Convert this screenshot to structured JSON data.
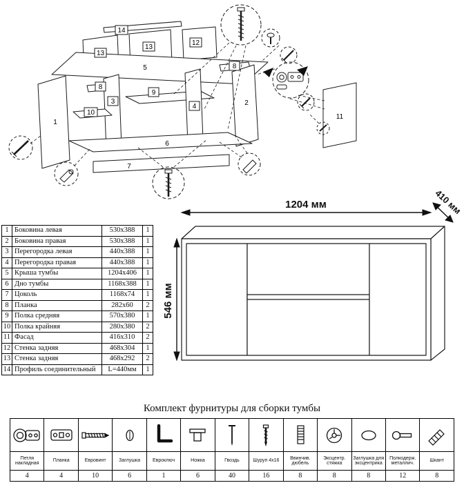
{
  "diagram": {
    "labels": [
      "1",
      "2",
      "3",
      "4",
      "5",
      "6",
      "7",
      "8",
      "9",
      "10",
      "11",
      "12",
      "13",
      "14"
    ]
  },
  "parts_table": {
    "rows": [
      {
        "num": "1",
        "name": "Боковина левая",
        "size": "530x388",
        "qty": "1"
      },
      {
        "num": "2",
        "name": "Боковина правая",
        "size": "530x388",
        "qty": "1"
      },
      {
        "num": "3",
        "name": "Перегородка левая",
        "size": "440x388",
        "qty": "1"
      },
      {
        "num": "4",
        "name": "Перегородка правая",
        "size": "440x388",
        "qty": "1"
      },
      {
        "num": "5",
        "name": "Крыша тумбы",
        "size": "1204x406",
        "qty": "1"
      },
      {
        "num": "6",
        "name": "Дно тумбы",
        "size": "1168x388",
        "qty": "1"
      },
      {
        "num": "7",
        "name": "Цоколь",
        "size": "1168x74",
        "qty": "1"
      },
      {
        "num": "8",
        "name": "Планка",
        "size": "282x60",
        "qty": "2"
      },
      {
        "num": "9",
        "name": "Полка средняя",
        "size": "570x380",
        "qty": "1"
      },
      {
        "num": "10",
        "name": "Полка крайняя",
        "size": "280x380",
        "qty": "2"
      },
      {
        "num": "11",
        "name": "Фасад",
        "size": "416x310",
        "qty": "2"
      },
      {
        "num": "12",
        "name": "Стенка задняя",
        "size": "468x304",
        "qty": "1"
      },
      {
        "num": "13",
        "name": "Стенка задняя",
        "size": "468x292",
        "qty": "2"
      },
      {
        "num": "14",
        "name": "Профиль соединительный",
        "size": "L=440мм",
        "qty": "1"
      }
    ]
  },
  "cabinet": {
    "width_label": "1204 мм",
    "depth_label": "410 мм",
    "height_label": "546 мм"
  },
  "hardware": {
    "title": "Комплект фурнитуры для сборки тумбы",
    "items": [
      {
        "name": "Петля накладная",
        "qty": "4",
        "icon": "hinge-icon"
      },
      {
        "name": "Планка",
        "qty": "4",
        "icon": "mounting-plate-icon"
      },
      {
        "name": "Евровинт",
        "qty": "10",
        "icon": "euro-screw-icon"
      },
      {
        "name": "Заглушка",
        "qty": "6",
        "icon": "cap-icon"
      },
      {
        "name": "Евроключ",
        "qty": "1",
        "icon": "hex-key-icon"
      },
      {
        "name": "Ножка",
        "qty": "6",
        "icon": "leg-icon"
      },
      {
        "name": "Гвоздь",
        "qty": "40",
        "icon": "nail-icon"
      },
      {
        "name": "Шуруп 4x16",
        "qty": "16",
        "icon": "screw-icon"
      },
      {
        "name": "Ввинчив. дюбель",
        "qty": "8",
        "icon": "screw-in-dowel-icon"
      },
      {
        "name": "Эксцентр. стяжка",
        "qty": "8",
        "icon": "cam-lock-icon"
      },
      {
        "name": "Заглушка для эксцентрика",
        "qty": "8",
        "icon": "cam-cap-icon"
      },
      {
        "name": "Полкодерж. металлич.",
        "qty": "12",
        "icon": "shelf-pin-icon"
      },
      {
        "name": "Шкант",
        "qty": "8",
        "icon": "wood-dowel-icon"
      }
    ]
  }
}
